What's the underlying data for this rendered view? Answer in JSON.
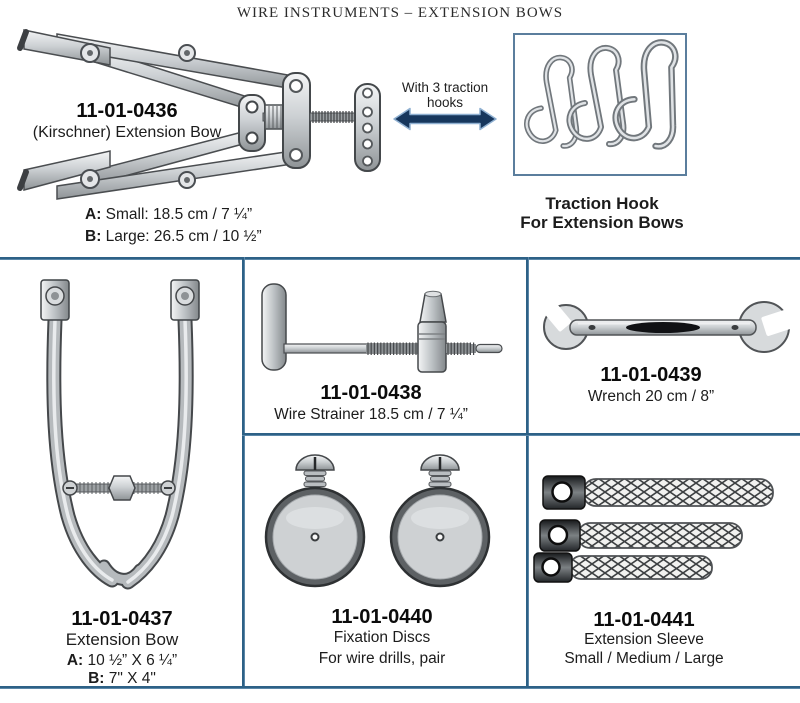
{
  "title": "WIRE INSTRUMENTS – EXTENSION BOWS",
  "colors": {
    "divider_line": "#2d6186",
    "arrow_fill": "#17375d",
    "arrow_outline": "#8fb0d1",
    "hook_box_border": "#5b7e9d",
    "text": "#1c1c1c"
  },
  "products": {
    "p0436": {
      "code": "11-01-0436",
      "name": "(Kirschner) Extension Bow",
      "size_a_label": "A:",
      "size_a": " Small: 18.5 cm / 7 ¼”",
      "size_b_label": "B:",
      "size_b": " Large: 26.5 cm / 10 ½”"
    },
    "traction_hook": {
      "note": "With 3 traction hooks",
      "caption_line1": "Traction Hook",
      "caption_line2": "For Extension Bows"
    },
    "p0437": {
      "code": "11-01-0437",
      "name": "Extension Bow",
      "size_a_label": "A:",
      "size_a": " 10 ½” X 6 ¼”",
      "size_b_label": "B:",
      "size_b": "  7\" X 4\""
    },
    "p0438": {
      "code": "11-01-0438",
      "name": "Wire Strainer 18.5 cm / 7 ¼”"
    },
    "p0439": {
      "code": "11-01-0439",
      "name": "Wrench 20 cm / 8”"
    },
    "p0440": {
      "code": "11-01-0440",
      "name": "Fixation Discs",
      "name2": "For wire drills, pair"
    },
    "p0441": {
      "code": "11-01-0441",
      "name": "Extension Sleeve",
      "name2": "Small / Medium / Large"
    }
  },
  "images": {
    "p0436": "kirschner-extension-bow-photo",
    "traction_hooks": "traction-hooks-photo",
    "arrow": "double-arrow-icon",
    "p0437": "extension-bow-photo",
    "p0438": "wire-strainer-photo",
    "p0439": "wrench-photo",
    "p0440": "fixation-discs-photo",
    "p0441": "extension-sleeves-photo"
  }
}
